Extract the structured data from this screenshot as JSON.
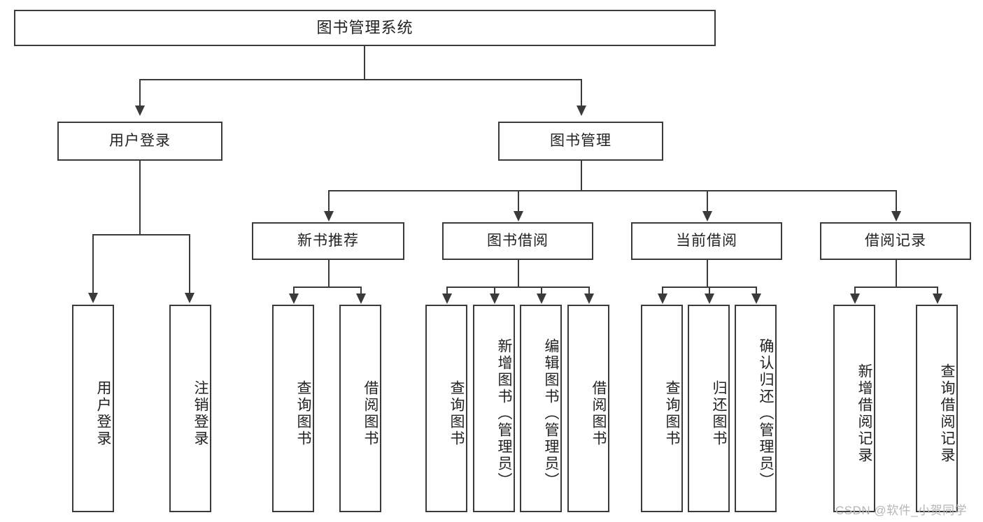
{
  "diagram": {
    "type": "tree-hierarchy",
    "title": "图书管理系统",
    "watermark": "CSDN @软件_小贺同学",
    "colors": {
      "stroke": "#3a3a3a",
      "fill": "#ffffff",
      "text": "#222222",
      "watermark": "#b6b6b6"
    },
    "levels": {
      "root": "图书管理系统",
      "level2": [
        "用户登录",
        "图书管理"
      ],
      "level3": [
        "新书推荐",
        "图书借阅",
        "当前借阅",
        "借阅记录"
      ]
    },
    "nodes": {
      "root": {
        "label": "图书管理系统"
      },
      "user_login": {
        "label": "用户登录"
      },
      "book_manage": {
        "label": "图书管理"
      },
      "new_book_rec": {
        "label": "新书推荐"
      },
      "book_borrow": {
        "label": "图书借阅"
      },
      "current_borrow": {
        "label": "当前借阅"
      },
      "borrow_record": {
        "label": "借阅记录"
      }
    },
    "leaves": {
      "user_login": [
        {
          "label": "用户登录"
        },
        {
          "label": "注销登录"
        }
      ],
      "new_book_rec": [
        {
          "label": "查询图书"
        },
        {
          "label": "借阅图书"
        }
      ],
      "book_borrow": [
        {
          "label": "查询图书"
        },
        {
          "label": "新增图书（管理员）"
        },
        {
          "label": "编辑图书（管理员）"
        },
        {
          "label": "借阅图书"
        }
      ],
      "current_borrow": [
        {
          "label": "查询图书"
        },
        {
          "label": "归还图书"
        },
        {
          "label": "确认归还（管理员）"
        }
      ],
      "borrow_record": [
        {
          "label": "新增借阅记录"
        },
        {
          "label": "查询借阅记录"
        }
      ]
    }
  }
}
